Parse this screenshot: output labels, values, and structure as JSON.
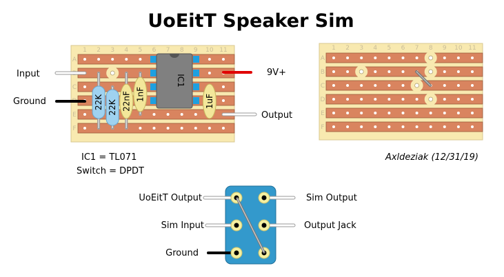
{
  "title": "UoEitT Speaker Sim",
  "notes": {
    "ic": "IC1 = TL071",
    "switch": "Switch = DPDT",
    "author": "Axldeziak (12/31/19)"
  },
  "board": {
    "columns": [
      "1",
      "2",
      "3",
      "4",
      "5",
      "6",
      "7",
      "8",
      "9",
      "10",
      "11"
    ],
    "rows": [
      "A",
      "B",
      "C",
      "D",
      "E",
      "F"
    ],
    "colors": {
      "board": "#f8e9b0",
      "strip": "#d9845f",
      "strip_border": "#9a5a3a",
      "ic": "#808080",
      "pin": "#1ea0e0",
      "resistor": "#9fd2f0",
      "capacitor": "#f3e79a"
    }
  },
  "main_board": {
    "ic_label": "IC1",
    "components": [
      {
        "label": "22K",
        "type": "resistor",
        "column": "2"
      },
      {
        "label": "22K",
        "type": "resistor",
        "column": "3"
      },
      {
        "label": "22nF",
        "type": "capacitor",
        "column": "4"
      },
      {
        "label": "1nF",
        "type": "capacitor",
        "column": "5"
      },
      {
        "label": "1uF",
        "type": "capacitor",
        "column": "10"
      }
    ],
    "wires": {
      "input": "Input",
      "ground": "Ground",
      "power": "9V+",
      "output": "Output"
    }
  },
  "switch": {
    "color": "#3399cc",
    "labels": {
      "uoeitt_output": "UoEitT Output",
      "sim_input": "Sim Input",
      "ground": "Ground",
      "sim_output": "Sim Output",
      "output_jack": "Output Jack"
    }
  }
}
